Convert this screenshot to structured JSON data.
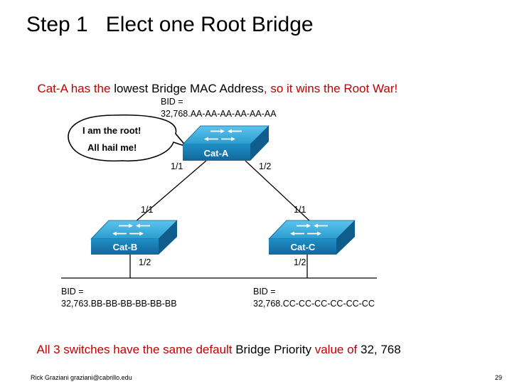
{
  "title": "Step 1   Elect one Root Bridge",
  "top_note": {
    "part1": "Cat-A has the ",
    "part2": "lowest Bridge MAC Address",
    "part3": ", so it wins the Root War!"
  },
  "bottom_note": {
    "part1": "All 3 switches have the same default ",
    "part2": "Bridge Priority",
    "part3": " value of ",
    "part4": "32, 768"
  },
  "speech_bubble": {
    "line1": "I am the root!",
    "line2": "All hail me!"
  },
  "switches": {
    "cat_a": {
      "name": "Cat-A",
      "bid_label": "BID =",
      "bid_value": "32,768.AA-AA-AA-AA-AA-AA",
      "port_left": "1/1",
      "port_right": "1/2"
    },
    "cat_b": {
      "name": "Cat-B",
      "bid_label": "BID =",
      "bid_value": "32,763.BB-BB-BB-BB-BB-BB",
      "port_top": "1/1",
      "port_bottom": "1/2"
    },
    "cat_c": {
      "name": "Cat-C",
      "bid_label": "BID =",
      "bid_value": "32,768.CC-CC-CC-CC-CC-CC",
      "port_top": "1/1",
      "port_bottom": "1/2"
    }
  },
  "footer": "Rick Graziani  graziani@cabrillo.edu",
  "page_number": "29",
  "colors": {
    "accent_red": "#c00000",
    "switch_front": "#1a7fb5",
    "switch_top": "#3fb0e0",
    "link_line": "#000000"
  },
  "icons": {
    "switch": "switch-icon",
    "arrows": "bidirectional-arrows-icon",
    "bubble": "speech-bubble-icon"
  }
}
